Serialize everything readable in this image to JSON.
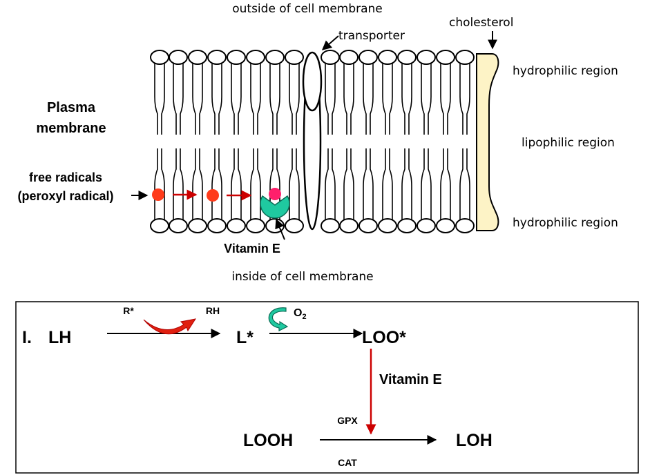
{
  "membrane": {
    "top_label": "outside of cell membrane",
    "bottom_label": "inside of cell membrane",
    "transporter": "transporter",
    "cholesterol": "cholesterol",
    "region_top": "hydrophilic region",
    "region_middle": "lipophilic region",
    "region_bottom": "hydrophilic region",
    "plasma_line1": "Plasma",
    "plasma_line2": "membrane",
    "radicals_line1": "free radicals",
    "radicals_line2": "(peroxyl radical)",
    "vitamin_e": "Vitamin E",
    "colors": {
      "radical": "#ff3b1a",
      "radical_bound": "#ff1f6b",
      "vitamin_e": "#1fc9a0",
      "cholesterol": "#fdf3c6",
      "arrow_red": "#cc0000"
    }
  },
  "scheme": {
    "roman": "I.",
    "lh": "LH",
    "r_star": "R*",
    "rh": "RH",
    "l_star": "L*",
    "o2": "O",
    "o2_sub": "2",
    "loo_star": "LOO*",
    "vitamin_e": "Vitamin E",
    "gpx": "GPX",
    "looh": "LOOH",
    "loh": "LOH",
    "cat": "CAT"
  }
}
